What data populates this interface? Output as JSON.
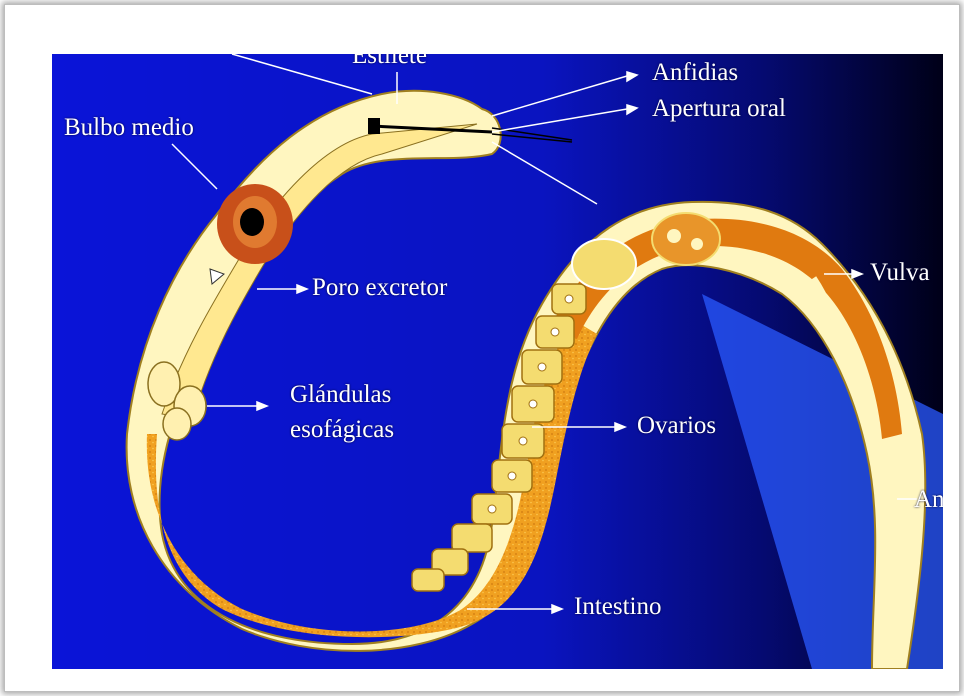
{
  "figure": {
    "labels": {
      "top_cut": "Estilete",
      "bulbo": "Bulbo medio",
      "anfidias": "Anfidias",
      "apertura": "Apertura oral",
      "poro": "Poro excretor",
      "glandulas_line1": "Glándulas",
      "glandulas_line2": "esofágicas",
      "ovarios": "Ovarios",
      "intestino": "Intestino",
      "vulva": "Vulva",
      "ano": "Ano"
    },
    "colors": {
      "background_left": "#0a14d8",
      "background_right": "#000018",
      "cuticle": "#fff6c0",
      "intestine": "#f0a020",
      "ovary": "#e07a10",
      "oocyte": "#f4dc70",
      "pharynx": "#ffe890",
      "bulb": "#c8501a",
      "label": "#ffffff"
    }
  }
}
